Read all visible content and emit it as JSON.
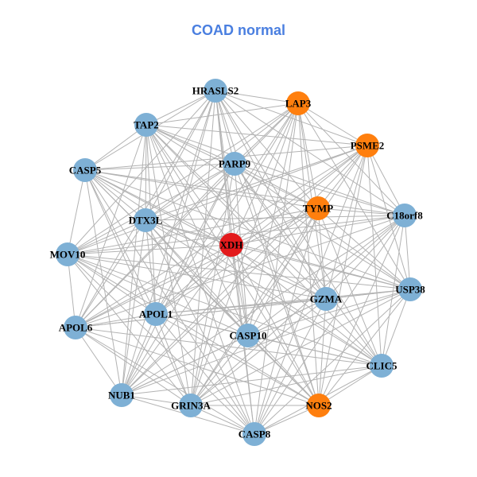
{
  "title": "COAD normal",
  "colors": {
    "title": "#4a7fe0",
    "edge": "#b3b3b3",
    "default": "#7eb0d5",
    "highlight": "#ff7f0e",
    "center": "#e31a1c"
  },
  "nodes": [
    {
      "id": "HRASLS2",
      "group": "default"
    },
    {
      "id": "LAP3",
      "group": "highlight"
    },
    {
      "id": "TAP2",
      "group": "default"
    },
    {
      "id": "PSME2",
      "group": "highlight"
    },
    {
      "id": "PARP9",
      "group": "default"
    },
    {
      "id": "CASP5",
      "group": "default"
    },
    {
      "id": "TYMP",
      "group": "highlight"
    },
    {
      "id": "C18orf8",
      "group": "default"
    },
    {
      "id": "DTX3L",
      "group": "default"
    },
    {
      "id": "XDH",
      "group": "center"
    },
    {
      "id": "MOV10",
      "group": "default"
    },
    {
      "id": "USP38",
      "group": "default"
    },
    {
      "id": "GZMA",
      "group": "default"
    },
    {
      "id": "APOL1",
      "group": "default"
    },
    {
      "id": "APOL6",
      "group": "default"
    },
    {
      "id": "CASP10",
      "group": "default"
    },
    {
      "id": "CLIC5",
      "group": "default"
    },
    {
      "id": "NUB1",
      "group": "default"
    },
    {
      "id": "GRIN3A",
      "group": "default"
    },
    {
      "id": "NOS2",
      "group": "highlight"
    },
    {
      "id": "CASP8",
      "group": "default"
    }
  ]
}
